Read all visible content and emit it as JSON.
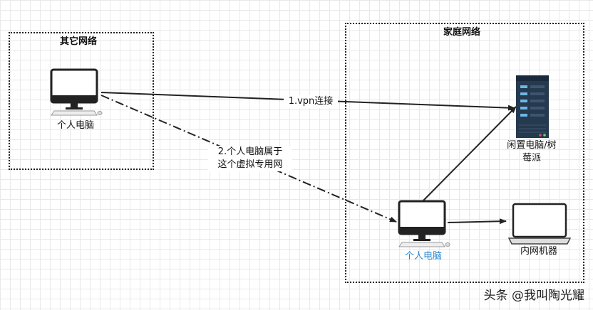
{
  "groups": {
    "other_network": "其它网络",
    "home_network": "家庭网络"
  },
  "nodes": {
    "remote_pc": "个人电脑",
    "server_line1": "闲置电脑/树",
    "server_line2": "莓派",
    "home_pc": "个人电脑",
    "intranet": "内网机器"
  },
  "edges": {
    "vpn": "1.vpn连接",
    "vpn_member_line1": "2.个人电脑属于",
    "vpn_member_line2": "这个虚拟专用网"
  },
  "colors": {
    "home_pc_label": "#2a87d0",
    "server_body": "#25394f",
    "server_slot": "#6fb6e4"
  },
  "watermark": "头条 @我叫陶光耀"
}
